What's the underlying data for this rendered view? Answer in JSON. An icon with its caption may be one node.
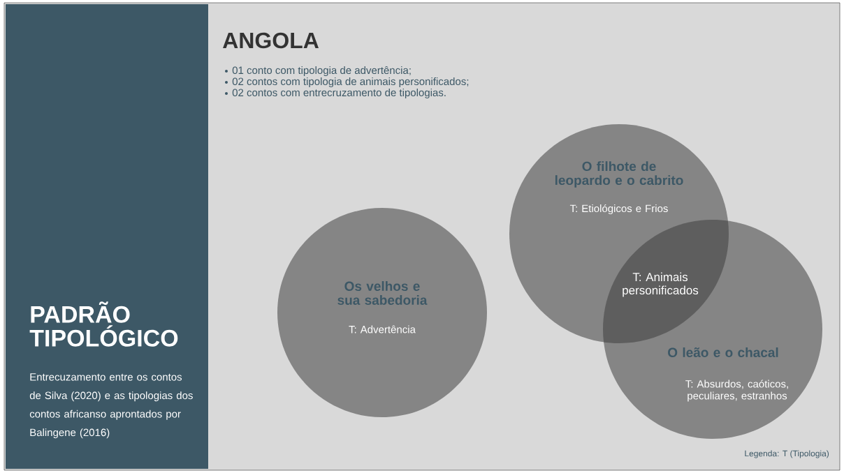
{
  "diagram": {
    "title": "ANGOLA",
    "nodes": [
      {
        "text": [
          "PADRÃO TIPOLÓGICO",
          "Entrecuzamento entre os contos de Silva (2020) e as tipologias dos contos africanso aprontados por Balingene (2016)"
        ]
      },
      {
        "text": [
          "Os velhos e sua sabedoria",
          "T: Advertência"
        ]
      },
      {
        "text": [
          "O filhote de leopardo e o cabrito",
          "T: Etiológicos e Frios"
        ]
      },
      {
        "text": [
          "O  leão e o chacal",
          "T: Absurdos, caóticos, peculiares, estranhos"
        ]
      }
    ],
    "labels": [
      "01 conto com tipologia de advertência;",
      "02 contos com tipologia de animais personificados;",
      "02 contos com entrecruzamento de tipologias.",
      "T: Animais personificados",
      "Legenda: T (Tipologia)"
    ]
  }
}
